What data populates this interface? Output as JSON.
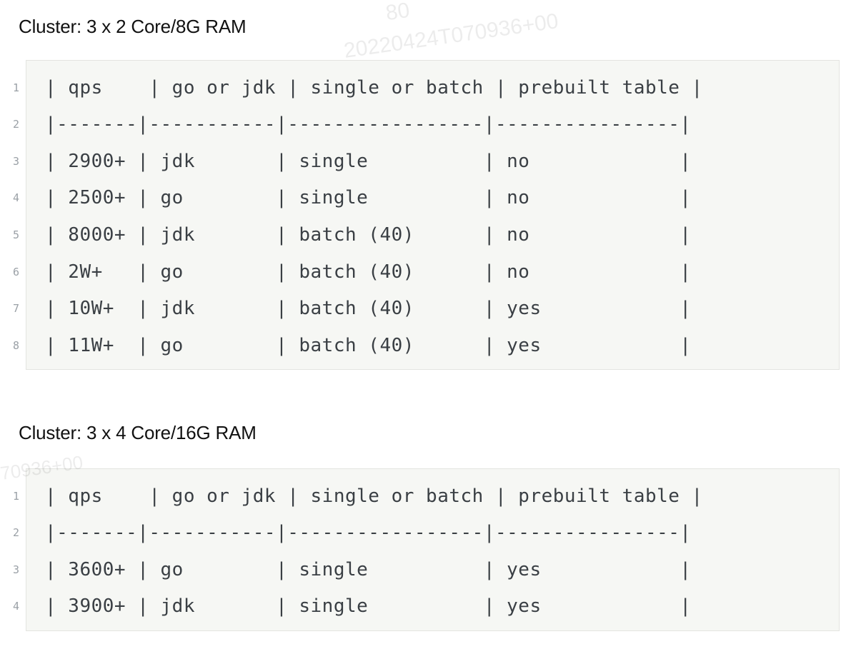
{
  "sections": [
    {
      "heading": "Cluster: 3 x 2 Core/8G RAM",
      "line_numbers": [
        "1",
        "2",
        "3",
        "4",
        "5",
        "6",
        "7",
        "8"
      ],
      "lines": [
        "| qps    | go or jdk | single or batch | prebuilt table |",
        "|-------|-----------|-----------------|----------------|",
        "| 2900+ | jdk       | single          | no             |",
        "| 2500+ | go        | single          | no             |",
        "| 8000+ | jdk       | batch (40)      | no             |",
        "| 2W+   | go        | batch (40)      | no             |",
        "| 10W+  | jdk       | batch (40)      | yes            |",
        "| 11W+  | go        | batch (40)      | yes            |"
      ]
    },
    {
      "heading": "Cluster: 3 x 4 Core/16G RAM",
      "line_numbers": [
        "1",
        "2",
        "3",
        "4"
      ],
      "lines": [
        "| qps    | go or jdk | single or batch | prebuilt table |",
        "|-------|-----------|-----------------|----------------|",
        "| 3600+ | go        | single          | yes            |",
        "| 3900+ | jdk       | single          | yes            |"
      ]
    }
  ],
  "watermark": {
    "text_a": "20220424T070936+00",
    "text_b": "80",
    "text_c": "70936+00"
  }
}
